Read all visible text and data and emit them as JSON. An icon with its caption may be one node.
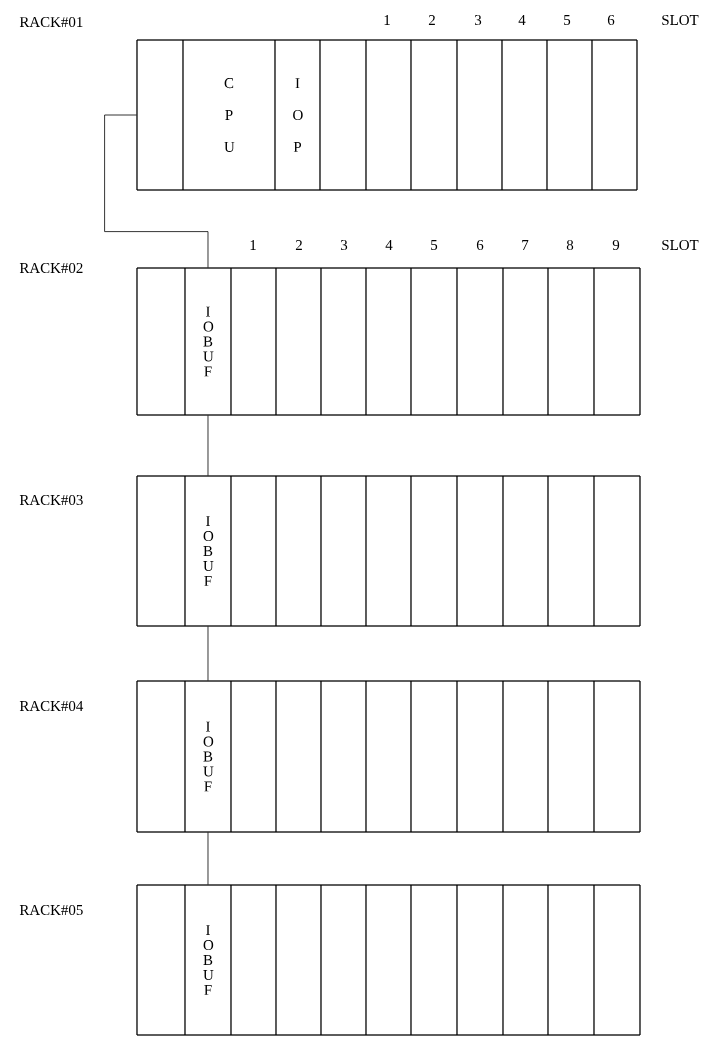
{
  "diagram": {
    "nodes": [
      {
        "text": [],
        "shape": "box",
        "beside": [
          "RACK#01"
        ]
      },
      {
        "text": [],
        "shape": "box",
        "in": 0
      },
      {
        "text": [
          "C P U"
        ],
        "in": 0
      },
      {
        "text": [
          "I O P"
        ],
        "in": 0
      },
      {
        "text": [],
        "shape": "box",
        "in": 0
      },
      {
        "text": [],
        "shape": "box",
        "in": 0
      },
      {
        "text": [],
        "shape": "box",
        "in": 0
      },
      {
        "text": [],
        "shape": "box",
        "in": 0
      },
      {
        "text": [],
        "shape": "box",
        "in": 0
      },
      {
        "text": [],
        "shape": "box",
        "in": 0
      },
      {
        "text": [],
        "shape": "box",
        "in": 0
      },
      {
        "text": [],
        "shape": "box",
        "beside": [
          "RACK#02"
        ]
      },
      {
        "text": [],
        "shape": "box",
        "in": 11
      },
      {
        "text": [
          "I O B U F"
        ],
        "in": 11
      },
      {
        "text": [],
        "shape": "box",
        "in": 11
      },
      {
        "text": [],
        "shape": "box",
        "in": 11
      },
      {
        "text": [],
        "shape": "box",
        "in": 11
      },
      {
        "text": [],
        "shape": "box",
        "in": 11
      },
      {
        "text": [],
        "shape": "box",
        "in": 11
      },
      {
        "text": [],
        "shape": "box",
        "in": 11
      },
      {
        "text": [],
        "shape": "box",
        "in": 11
      },
      {
        "text": [],
        "shape": "box",
        "in": 11
      },
      {
        "text": [],
        "shape": "box",
        "in": 11
      },
      {
        "text": [],
        "shape": "box",
        "beside": [
          "RACK#03"
        ]
      },
      {
        "text": [],
        "shape": "box",
        "in": 23
      },
      {
        "text": [
          "I O B U F"
        ],
        "in": 23
      },
      {
        "text": [],
        "shape": "box",
        "in": 23
      },
      {
        "text": [],
        "shape": "box",
        "in": 23
      },
      {
        "text": [],
        "shape": "box",
        "in": 23
      },
      {
        "text": [],
        "shape": "box",
        "in": 23
      },
      {
        "text": [],
        "shape": "box",
        "in": 23
      },
      {
        "text": [],
        "shape": "box",
        "in": 23
      },
      {
        "text": [],
        "shape": "box",
        "in": 23
      },
      {
        "text": [],
        "shape": "box",
        "in": 23
      },
      {
        "text": [],
        "shape": "box",
        "in": 23
      },
      {
        "text": [],
        "shape": "box",
        "beside": [
          "RACK#04"
        ]
      },
      {
        "text": [],
        "shape": "box",
        "in": 35
      },
      {
        "text": [
          "I O B U F"
        ],
        "in": 35
      },
      {
        "text": [],
        "shape": "box",
        "in": 35
      },
      {
        "text": [],
        "shape": "box",
        "in": 35
      },
      {
        "text": [],
        "shape": "box",
        "in": 35
      },
      {
        "text": [],
        "shape": "box",
        "in": 35
      },
      {
        "text": [],
        "shape": "box",
        "in": 35
      },
      {
        "text": [],
        "shape": "box",
        "in": 35
      },
      {
        "text": [],
        "shape": "box",
        "in": 35
      },
      {
        "text": [],
        "shape": "box",
        "in": 35
      },
      {
        "text": [],
        "shape": "box",
        "in": 35
      },
      {
        "text": [],
        "shape": "box",
        "beside": [
          "RACK#05"
        ]
      },
      {
        "text": [],
        "shape": "box",
        "in": 47
      },
      {
        "text": [
          "I O B U F"
        ],
        "in": 47
      },
      {
        "text": [],
        "shape": "box",
        "in": 47
      },
      {
        "text": [],
        "shape": "box",
        "in": 47
      },
      {
        "text": [],
        "shape": "box",
        "in": 47
      },
      {
        "text": [],
        "shape": "box",
        "in": 47
      },
      {
        "text": [],
        "shape": "box",
        "in": 47
      },
      {
        "text": [],
        "shape": "box",
        "in": 47
      },
      {
        "text": [],
        "shape": "box",
        "in": 47
      },
      {
        "text": [],
        "shape": "box",
        "in": 47
      },
      {
        "text": [],
        "shape": "box",
        "in": 47
      }
    ],
    "edges": [
      {
        "from": 1,
        "to": 13,
        "arrow": "none"
      },
      {
        "from": 13,
        "to": 25,
        "arrow": "none"
      },
      {
        "from": 25,
        "to": 37,
        "arrow": "none"
      },
      {
        "from": 37,
        "to": 49,
        "arrow": "none"
      }
    ],
    "labels": [
      "1",
      "2",
      "3",
      "4",
      "5",
      "6",
      "SLOT",
      "1",
      "2",
      "3",
      "4",
      "5",
      "6",
      "7",
      "8",
      "9",
      "SLOT"
    ]
  }
}
